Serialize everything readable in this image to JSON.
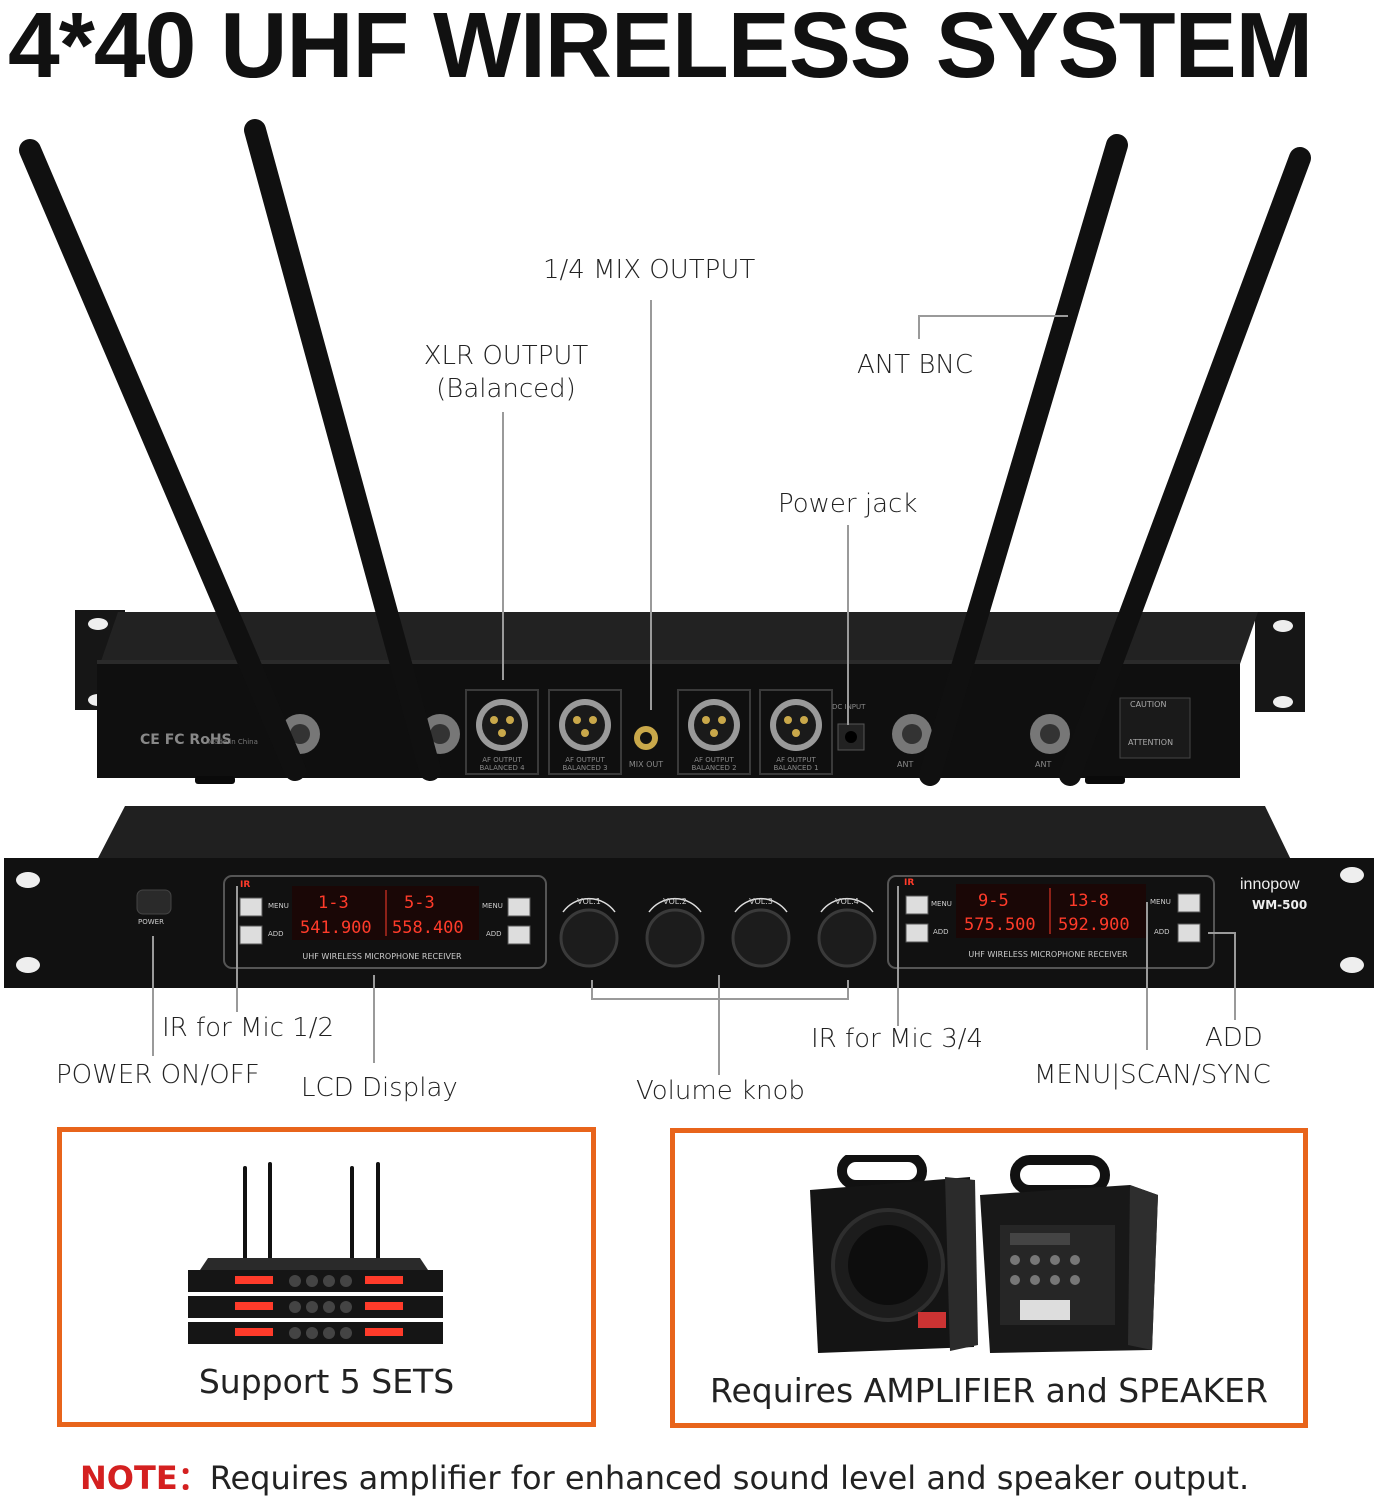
{
  "title": "4*40 UHF WIRELESS SYSTEM",
  "callouts": {
    "mix_output": "1/4 MIX OUTPUT",
    "xlr_output_line1": "XLR OUTPUT",
    "xlr_output_line2": "(Balanced)",
    "ant_bnc": "ANT BNC",
    "power_jack": "Power jack",
    "ir_mic12": "IR for Mic 1/2",
    "power_onoff": "POWER ON/OFF",
    "lcd_display": "LCD Display",
    "volume_knob": "Volume knob",
    "ir_mic34": "IR for Mic 3/4",
    "add": "ADD",
    "menu_scan_sync": "MENU|SCAN/SYNC"
  },
  "rear_panel": {
    "outputs": [
      "AF OUTPUT BALANCED 4",
      "AF OUTPUT BALANCED 3",
      "MIX OUT",
      "AF OUTPUT BALANCED 2",
      "AF OUTPUT BALANCED 1"
    ],
    "cert": "CE FC RoHS",
    "made_in": "Made in China",
    "dc_input": "DC INPUT",
    "ant_label": "ANT",
    "caution": "CAUTION",
    "attention": "ATTENTION"
  },
  "front_panel": {
    "brand": "innopow",
    "model": "WM-500",
    "power_label": "POWER",
    "ir_label": "IR",
    "menu_label": "MENU",
    "add_label": "ADD",
    "receiver_label": "UHF WIRELESS MICROPHONE RECEIVER",
    "volumes": [
      "VOL.1",
      "VOL.2",
      "VOL.3",
      "VOL.4"
    ],
    "displays": [
      {
        "channel": "1-3",
        "freq": "541.900"
      },
      {
        "channel": "5-3",
        "freq": "558.400"
      },
      {
        "channel": "9-5",
        "freq": "575.500"
      },
      {
        "channel": "13-8",
        "freq": "592.900"
      }
    ]
  },
  "boxes": {
    "left_caption": "Support 5 SETS",
    "right_caption": "Requires AMPLIFIER and SPEAKER"
  },
  "note": {
    "key": "NOTE：",
    "text": "Requires amplifier for enhanced sound level and speaker output."
  },
  "colors": {
    "accent_orange": "#e8641b",
    "note_red": "#d42020",
    "lcd_red": "#ff3b2a"
  }
}
